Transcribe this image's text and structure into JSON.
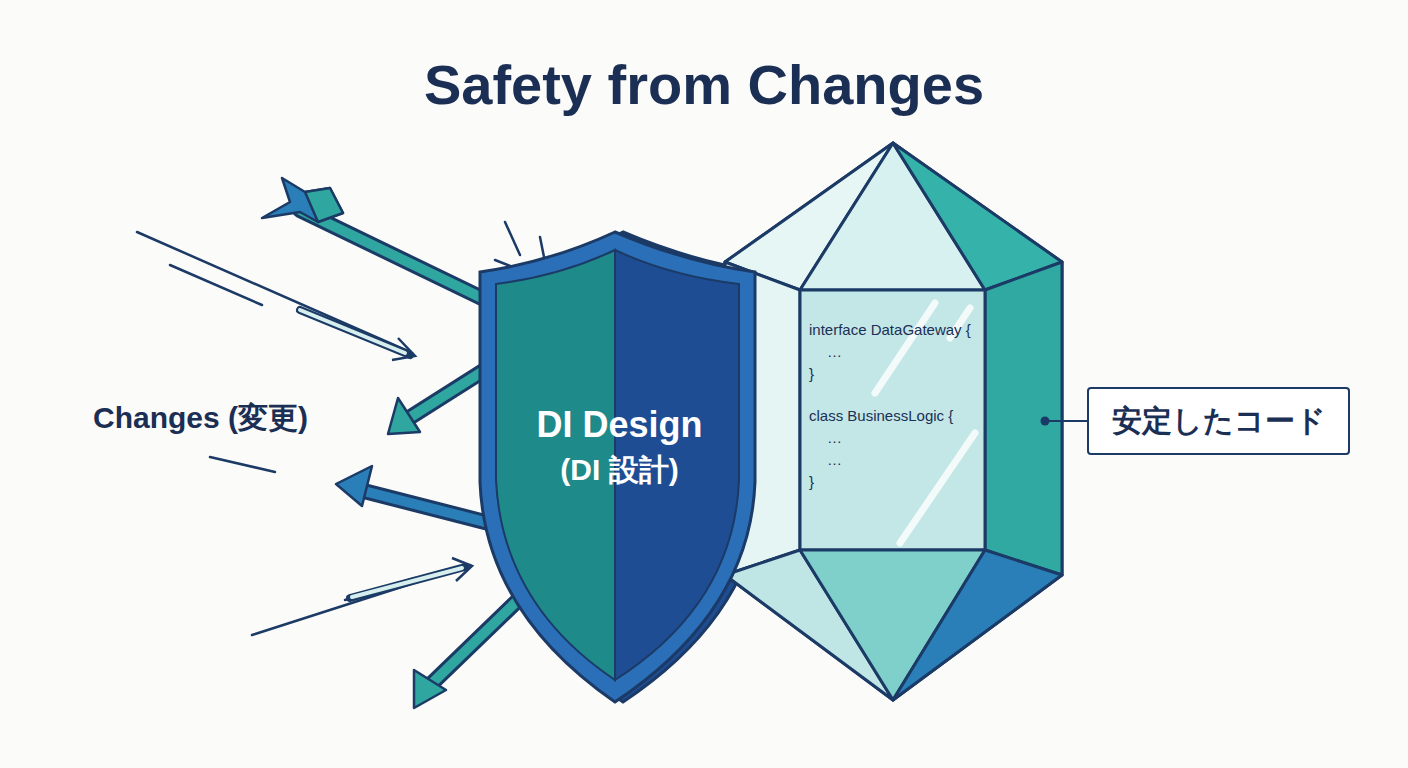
{
  "diagram": {
    "title": "Safety from Changes",
    "nodes": [
      {
        "text": [
          "DI Design",
          "(DI 設計)"
        ]
      },
      {
        "text": [
          "interface DataGateway {",
          "…",
          "}",
          "class BusinessLogic {",
          "…",
          "…",
          "}"
        ]
      },
      {
        "text": [
          "安定したコード"
        ]
      }
    ],
    "edges": [
      {
        "from": 1,
        "to": 2,
        "arrow": "none"
      }
    ],
    "labels": [
      "Changes (変更)"
    ]
  }
}
